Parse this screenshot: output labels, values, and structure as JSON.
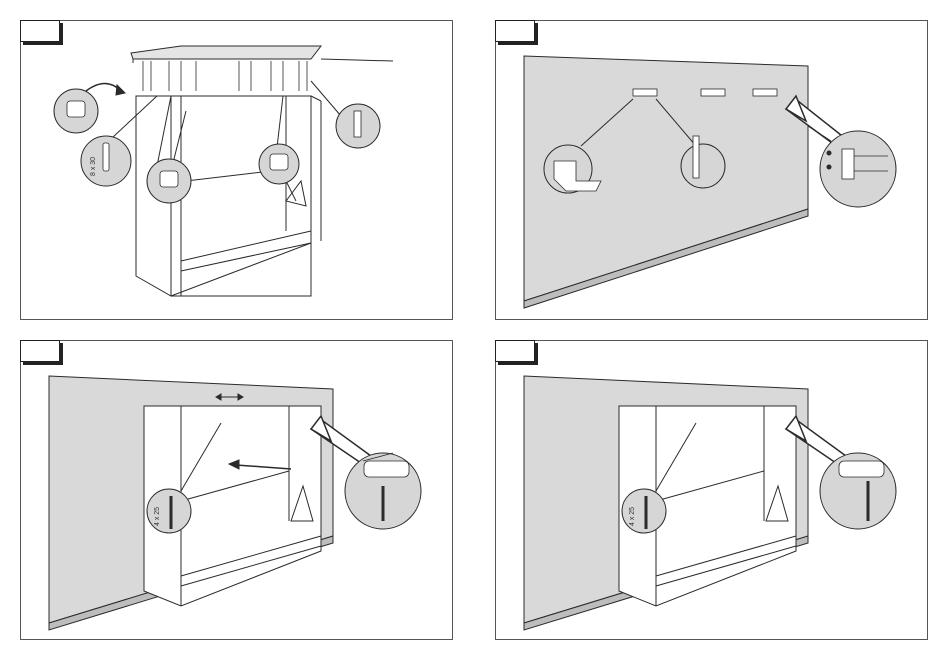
{
  "colors": {
    "wall": "#d9d9d9",
    "floor_strip": "#bdbdbd",
    "line": "#2b2b2b",
    "callout_fill": "#d6d6d6"
  },
  "steps": [
    {
      "id": "step-1",
      "icons": [
        "cam-lock-icon",
        "dowel-icon",
        "cam-bolt-icon"
      ],
      "dowel_label": "8 x 30"
    },
    {
      "id": "step-2",
      "icons": [
        "l-bracket-icon",
        "wall-plug-icon",
        "wall-bracket-icon"
      ]
    },
    {
      "id": "step-3",
      "icons": [
        "screw-icon",
        "adjust-arrow-icon",
        "hanging-bracket-icon"
      ],
      "screw_label": "4 x 25"
    },
    {
      "id": "step-4",
      "icons": [
        "screw-icon",
        "hanging-bracket-icon"
      ],
      "screw_label": "4 x 25"
    }
  ]
}
